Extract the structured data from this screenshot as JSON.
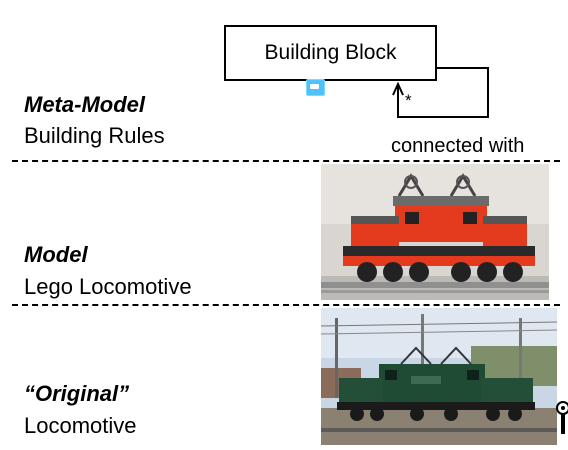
{
  "meta_model": {
    "title": "Meta-Model",
    "subtitle": "Building Rules",
    "block_label": "Building Block",
    "multiplicity": "*",
    "association_label": "connected with"
  },
  "model": {
    "title": "Model",
    "subtitle": "Lego Locomotive"
  },
  "original": {
    "title": "“Original”",
    "subtitle": "Locomotive"
  }
}
